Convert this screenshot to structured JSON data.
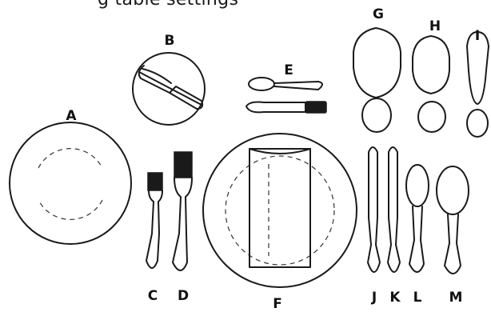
{
  "title": "g table settings",
  "labels": {
    "a": "A",
    "b": "B",
    "c": "C",
    "d": "D",
    "e": "E",
    "f": "F",
    "g": "G",
    "h": "H",
    "i": "I",
    "j": "J",
    "k": "K",
    "l": "L",
    "m": "M"
  },
  "colors": {
    "ink": "#1a1a1a",
    "background": "#ffffff"
  }
}
